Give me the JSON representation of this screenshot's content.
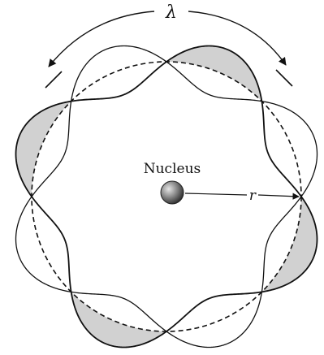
{
  "labels": {
    "wavelength_symbol": "λ",
    "nucleus": "Nucleus",
    "radius_symbol": "r"
  },
  "figure": {
    "standing_wave_cycles": 4,
    "node_count": 8,
    "colors": {
      "wave_line": "#111111",
      "dashed_orbit": "#111111",
      "shading": "#9a9a9a",
      "nucleus_dark": "#2b2b2b",
      "nucleus_light": "#cfcfcf"
    }
  }
}
